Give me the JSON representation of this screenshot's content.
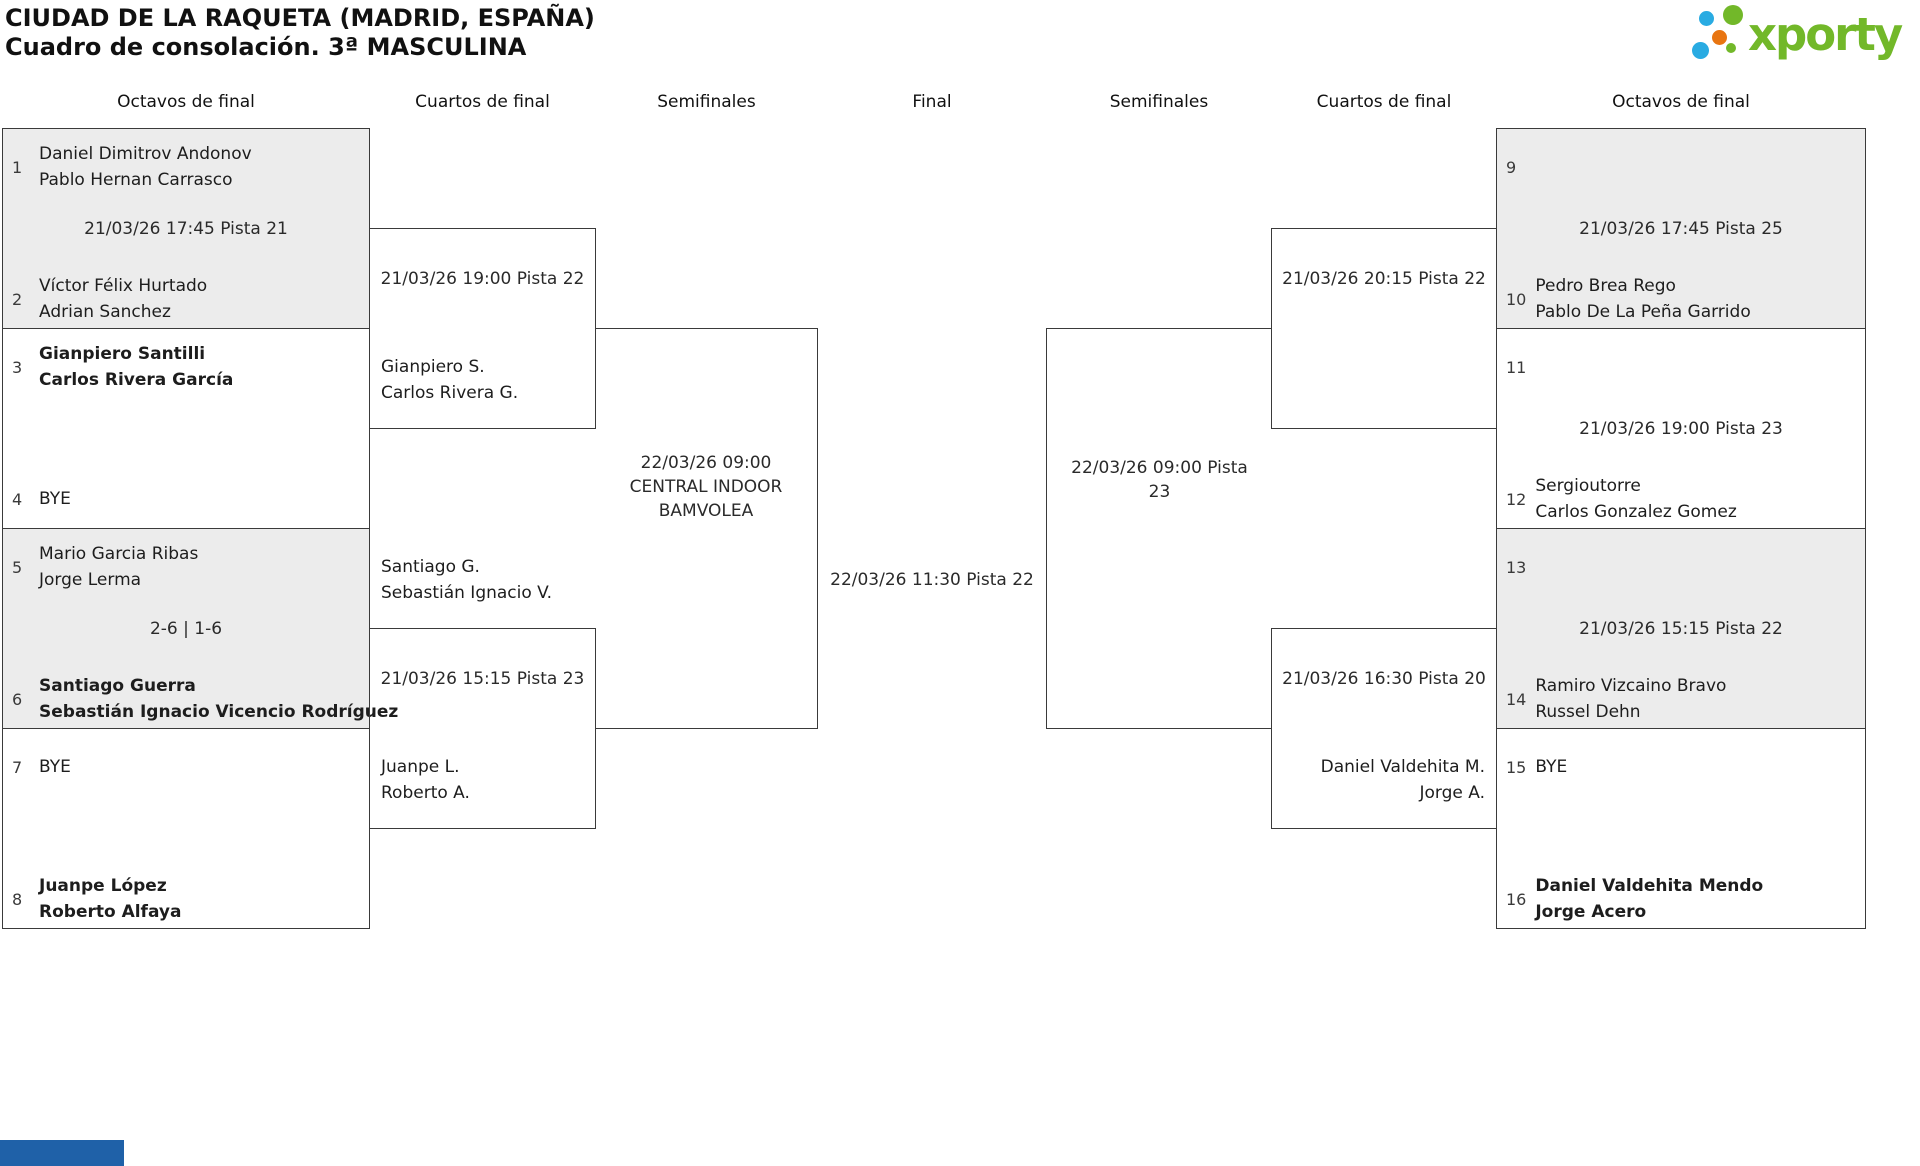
{
  "title": {
    "line1": "CIUDAD DE LA RAQUETA (MADRID, ESPAÑA)",
    "line2": "Cuadro de consolación. 3ª MASCULINA"
  },
  "logo": {
    "text": "xporty"
  },
  "round_headers": [
    "Octavos de final",
    "Cuartos de final",
    "Semifinales",
    "Final",
    "Semifinales",
    "Cuartos de final",
    "Octavos de final"
  ],
  "octavos": [
    {
      "seed1": "1",
      "team1": [
        "Daniel Dimitrov Andonov",
        "Pablo Hernan Carrasco"
      ],
      "team1_winner": false,
      "center": "21/03/26 17:45 Pista 21",
      "seed2": "2",
      "team2": [
        "Víctor Félix Hurtado",
        "Adrian Sanchez"
      ],
      "team2_winner": false
    },
    {
      "seed1": "3",
      "team1": [
        "Gianpiero Santilli",
        "Carlos Rivera García"
      ],
      "team1_winner": true,
      "center": "",
      "seed2": "4",
      "team2": [
        "BYE"
      ],
      "team2_winner": false
    },
    {
      "seed1": "5",
      "team1": [
        "Mario Garcia Ribas",
        "Jorge Lerma"
      ],
      "team1_winner": false,
      "center": "2-6 | 1-6",
      "seed2": "6",
      "team2": [
        "Santiago Guerra",
        "Sebastián Ignacio Vicencio Rodríguez"
      ],
      "team2_winner": true
    },
    {
      "seed1": "7",
      "team1": [
        "BYE"
      ],
      "team1_winner": false,
      "center": "",
      "seed2": "8",
      "team2": [
        "Juanpe López",
        "Roberto Alfaya"
      ],
      "team2_winner": true
    },
    {
      "seed1": "9",
      "team1": [],
      "team1_winner": false,
      "center": "21/03/26 17:45 Pista 25",
      "seed2": "10",
      "team2": [
        "Pedro Brea Rego",
        "Pablo De La Peña Garrido"
      ],
      "team2_winner": false
    },
    {
      "seed1": "11",
      "team1": [],
      "team1_winner": false,
      "center": "21/03/26 19:00 Pista 23",
      "seed2": "12",
      "team2": [
        "Sergioutorre",
        "Carlos Gonzalez Gomez"
      ],
      "team2_winner": false
    },
    {
      "seed1": "13",
      "team1": [],
      "team1_winner": false,
      "center": "21/03/26 15:15 Pista 22",
      "seed2": "14",
      "team2": [
        "Ramiro Vizcaino Bravo",
        "Russel Dehn"
      ],
      "team2_winner": false
    },
    {
      "seed1": "15",
      "team1": [
        "BYE"
      ],
      "team1_winner": false,
      "center": "",
      "seed2": "16",
      "team2": [
        "Daniel Valdehita Mendo",
        "Jorge Acero"
      ],
      "team2_winner": true
    }
  ],
  "cuartos": [
    {
      "time": "21/03/26 19:00 Pista 22",
      "team_top": [],
      "team_bottom": [
        "Gianpiero S.",
        "Carlos Rivera G."
      ]
    },
    {
      "time": "21/03/26 15:15 Pista 23",
      "team_top": [
        "Santiago G.",
        "Sebastián Ignacio V."
      ],
      "team_bottom": [
        "Juanpe L.",
        "Roberto A."
      ]
    },
    {
      "time": "21/03/26 20:15 Pista 22",
      "team_top": [],
      "team_bottom": []
    },
    {
      "time": "21/03/26 16:30 Pista 20",
      "team_top": [],
      "team_bottom": [
        "Daniel Valdehita M.",
        "Jorge A."
      ]
    }
  ],
  "semifinales": [
    {
      "lines": [
        "22/03/26 09:00",
        "CENTRAL INDOOR",
        "BAMVOLEA"
      ]
    },
    {
      "lines": [
        "22/03/26 09:00 Pista",
        "23"
      ]
    }
  ],
  "final": {
    "time": "22/03/26 11:30 Pista 22"
  },
  "colors": {
    "box_shaded": "#ececec",
    "border": "#3a3a3a",
    "logo_green": "#72b829",
    "logo_blue": "#29abe2",
    "logo_orange": "#e87511",
    "bottom_bar_blue": "#1f61a8"
  }
}
